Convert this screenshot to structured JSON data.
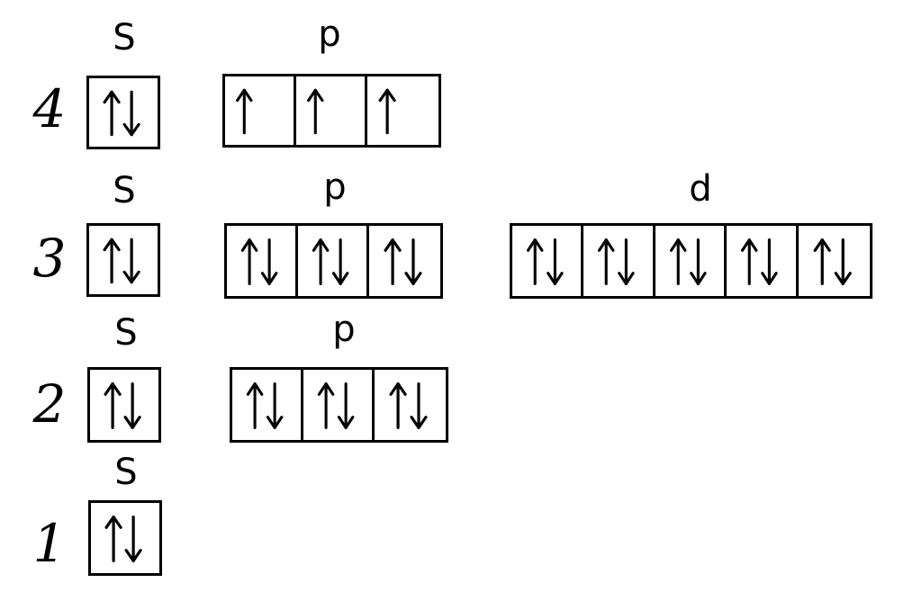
{
  "colors": {
    "ink": "#000000",
    "background": "#ffffff"
  },
  "shells": [
    {
      "n": "4",
      "subshells": [
        {
          "label": "S",
          "orbitals": [
            "up-down"
          ]
        },
        {
          "label": "p",
          "orbitals": [
            "up",
            "up",
            "up"
          ]
        }
      ]
    },
    {
      "n": "3",
      "subshells": [
        {
          "label": "S",
          "orbitals": [
            "up-down"
          ]
        },
        {
          "label": "p",
          "orbitals": [
            "up-down",
            "up-down",
            "up-down"
          ]
        },
        {
          "label": "d",
          "orbitals": [
            "up-down",
            "up-down",
            "up-down",
            "up-down",
            "up-down"
          ]
        }
      ]
    },
    {
      "n": "2",
      "subshells": [
        {
          "label": "S",
          "orbitals": [
            "up-down"
          ]
        },
        {
          "label": "p",
          "orbitals": [
            "up-down",
            "up-down",
            "up-down"
          ]
        }
      ]
    },
    {
      "n": "1",
      "subshells": [
        {
          "label": "S",
          "orbitals": [
            "up-down"
          ]
        }
      ]
    }
  ]
}
